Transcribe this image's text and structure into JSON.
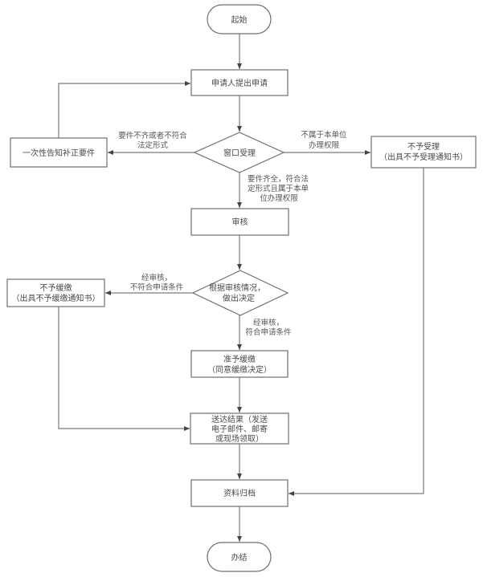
{
  "flowchart": {
    "nodes": {
      "start": {
        "label": "起始"
      },
      "apply": {
        "label": "申请人提出申请"
      },
      "window_accept": {
        "label": "窗口受理"
      },
      "notify_correct": {
        "label": "一次性告知补正要件"
      },
      "reject_accept": {
        "lines": [
          "不予受理",
          "（出具不予受理通知书）"
        ]
      },
      "review": {
        "label": "审核"
      },
      "decide": {
        "lines": [
          "根据审核情况，",
          "做出决定"
        ]
      },
      "deny_defer": {
        "lines": [
          "不予缓缴",
          "（出具不予缓缴通知书）"
        ]
      },
      "approve_defer": {
        "lines": [
          "准予缓缴",
          "（同意缓缴决定）"
        ]
      },
      "deliver": {
        "lines": [
          "送达结果（发送",
          "电子邮件、邮寄",
          "或现场领取）"
        ]
      },
      "archive": {
        "label": "资料归档"
      },
      "end": {
        "label": "办结"
      }
    },
    "edge_labels": {
      "incomplete": [
        "要件不齐或者不符合",
        "法定形式"
      ],
      "out_of_scope": [
        "不属于本单位",
        "办理权限"
      ],
      "complete": [
        "要件齐全，符合法",
        "定形式且属于本单",
        "位办理权限"
      ],
      "not_eligible": [
        "经审核，",
        "不符合申请条件"
      ],
      "eligible": [
        "经审核，",
        "符合申请条件"
      ]
    }
  }
}
